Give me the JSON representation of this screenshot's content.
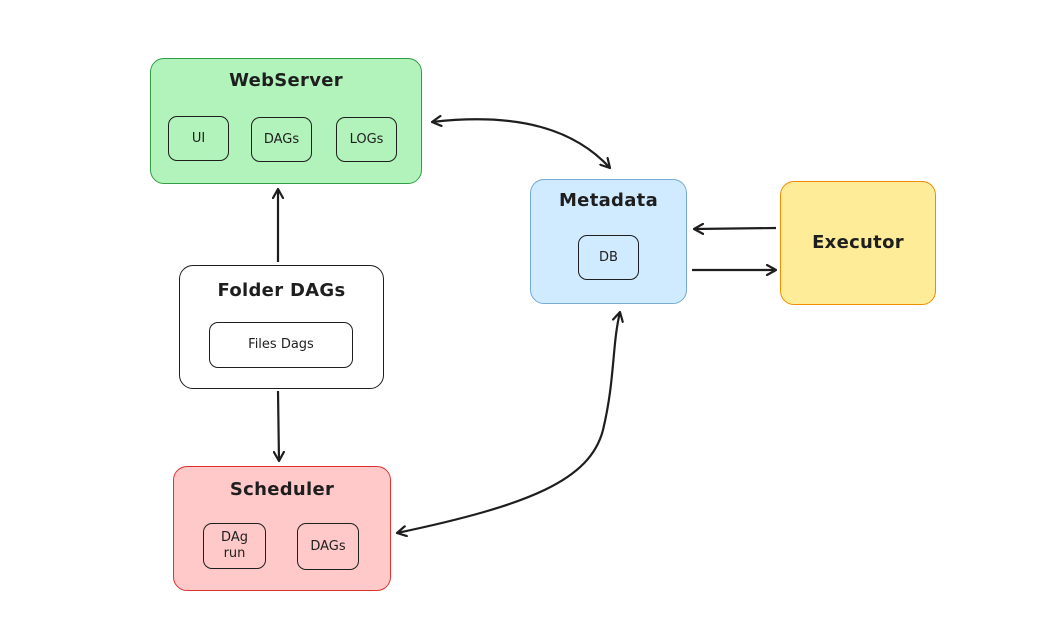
{
  "webserver": {
    "title": "WebServer",
    "chips": [
      "UI",
      "DAGs",
      "LOGs"
    ],
    "fill": "#b2f2bb",
    "stroke": "#2f9e44"
  },
  "metadata": {
    "title": "Metadata",
    "chips": [
      "DB"
    ],
    "fill": "#d0ebff",
    "stroke": "#74a9d8"
  },
  "executor": {
    "title": "Executor",
    "fill": "#ffec99",
    "stroke": "#f08c00"
  },
  "folder": {
    "title": "Folder DAGs",
    "chips": [
      "Files Dags"
    ],
    "fill": "#ffffff",
    "stroke": "#1e1e1e"
  },
  "scheduler": {
    "title": "Scheduler",
    "chips": [
      "DAg\nrun",
      "DAGs"
    ],
    "fill": "#ffc9c9",
    "stroke": "#e03131"
  },
  "connections": [
    {
      "from": "webserver",
      "to": "metadata",
      "direction": "both"
    },
    {
      "from": "folder",
      "to": "webserver",
      "direction": "forward"
    },
    {
      "from": "folder",
      "to": "scheduler",
      "direction": "forward"
    },
    {
      "from": "scheduler",
      "to": "metadata",
      "direction": "both"
    },
    {
      "from": "executor",
      "to": "metadata",
      "direction": "forward"
    },
    {
      "from": "metadata",
      "to": "executor",
      "direction": "forward"
    }
  ]
}
